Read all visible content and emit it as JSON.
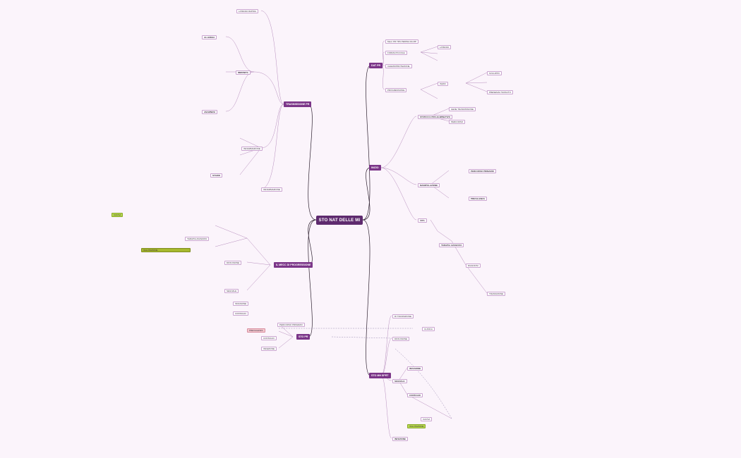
{
  "central": "STO NAT DELLE MI",
  "main": {
    "dat": "DAT PR",
    "inizio": "INIZIO",
    "sto": "STO MH SPRT",
    "trasmissione": "TRASMISSIONE PR",
    "mecc": "IL MECC DI PROGRESSIONE",
    "sto_pr": "STO PR"
  },
  "nodes_visible": [
    "Mecc PR TRS PERINA DA MP",
    "FORMA PICCOLE",
    "CHEMIOPROTEZIONE",
    "PROGRESSIONE",
    "LATENZA",
    "INIZIO",
    "SVILUPPO",
    "PRESENZA TESSUTO",
    "STATICO E PRO-ELIMINATIVO",
    "MANIPOLAZIONE",
    "VITA",
    "GENE TRASMISSIONE",
    "PERCORSO",
    "PERCORSO PRIMARIO",
    "PREVALENZA",
    "TERAPIA AVANZATA",
    "DIAGNOSI",
    "TRANSIZIONE",
    "DI TRANSIZIONE",
    "DIFFUSIONE",
    "SEGNALE",
    "INVASIONE",
    "CONTAGIO",
    "INFEZIONE",
    "VALUTAZIONE",
    "CLINICA",
    "CAUSA",
    "LATENZA RAPIDA",
    "IMMUNITA",
    "ALLERGIA",
    "ANAMNESI",
    "INFIAMMAZIONE",
    "STADIO"
  ]
}
